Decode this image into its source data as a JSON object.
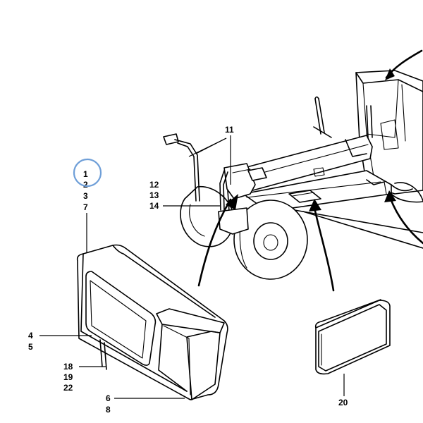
{
  "labels": {
    "l1": "1",
    "l2": "2",
    "l3": "3",
    "l7": "7",
    "l4": "4",
    "l5": "5",
    "l18": "18",
    "l19": "19",
    "l22": "22",
    "l6": "6",
    "l8": "8",
    "l11": "11",
    "l12": "12",
    "l13": "13",
    "l14": "14",
    "l20": "20"
  },
  "highlight": {
    "target_label": "1",
    "color": "#6f9fd8"
  }
}
